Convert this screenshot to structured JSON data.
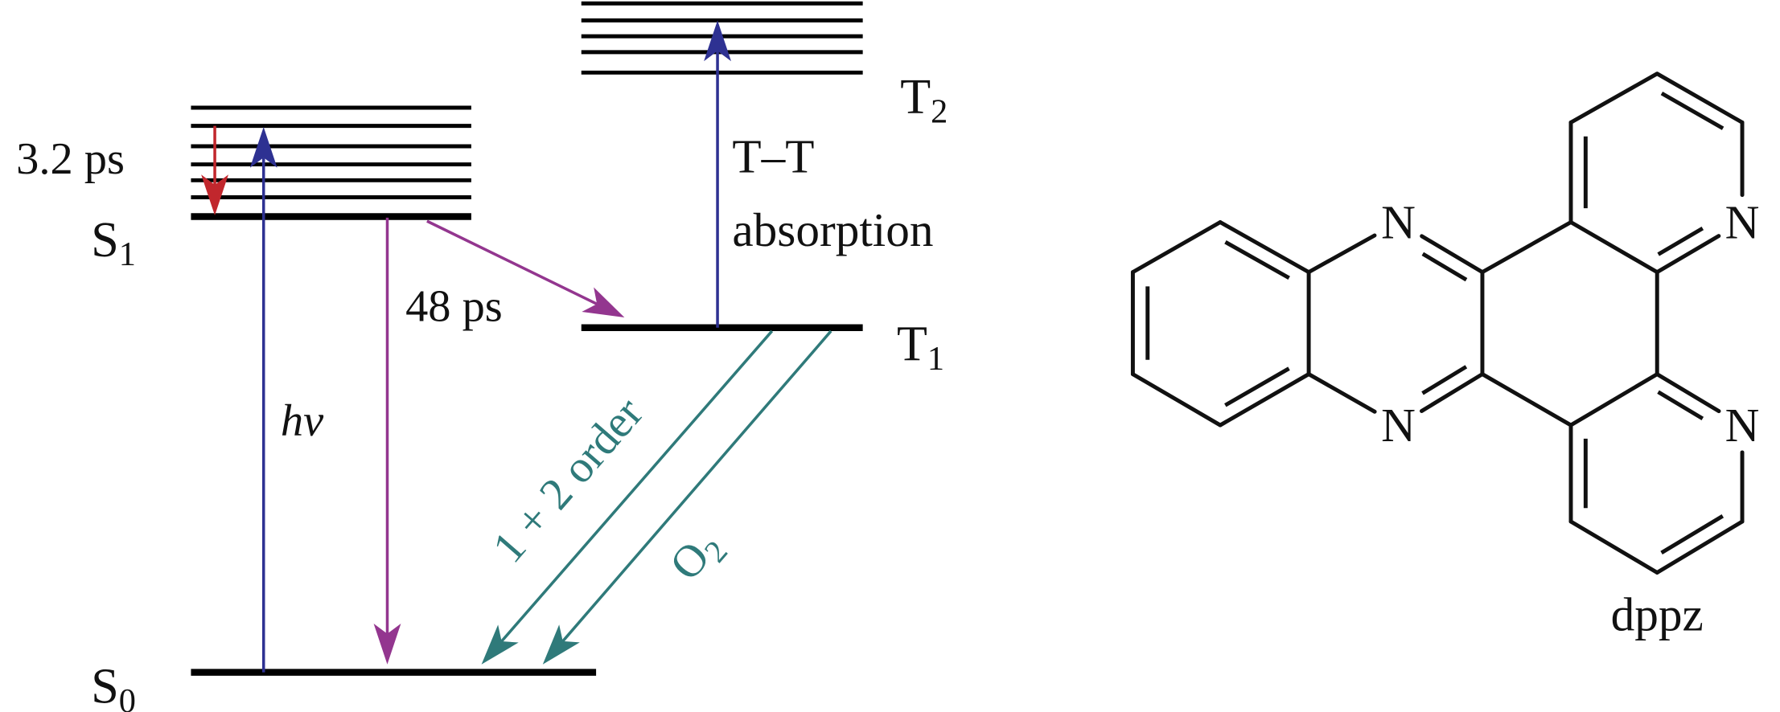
{
  "labels": {
    "vib_relax": "3.2 ps",
    "s1": {
      "main": "S",
      "sub": "1"
    },
    "s0": {
      "main": "S",
      "sub": "0"
    },
    "t1": {
      "main": "T",
      "sub": "1"
    },
    "t2": {
      "main": "T",
      "sub": "2"
    },
    "isc": "48 ps",
    "hv": "hv",
    "tt_line1": "T–T",
    "tt_line2": "absorption",
    "decay_order": "1 + 2 order",
    "o2": {
      "main": "O",
      "sub": "2"
    }
  },
  "molecule": {
    "name": "dppz",
    "atom_label": "N"
  },
  "colors": {
    "excitation": "#2e3192",
    "relaxation": "#c1272d",
    "isc": "#93368f",
    "triplet_decay": "#2f7a7a",
    "levels": "#000000"
  }
}
